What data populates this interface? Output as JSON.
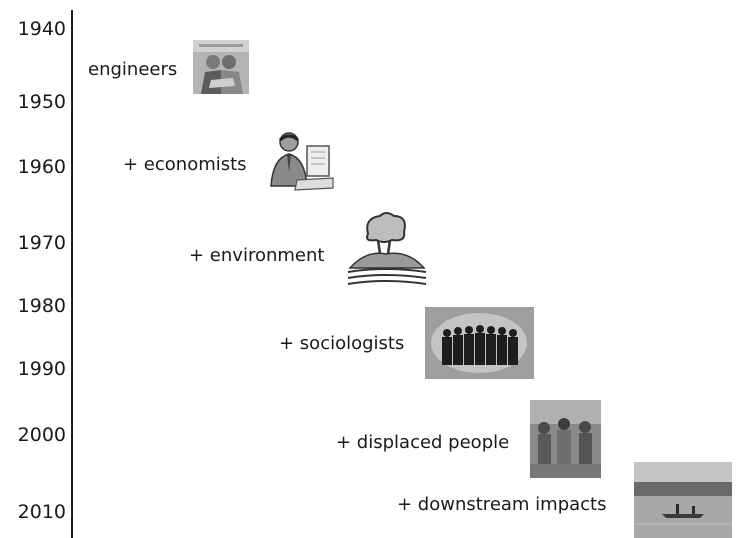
{
  "timeline": {
    "years": [
      "1940",
      "1950",
      "1960",
      "1970",
      "1980",
      "1990",
      "2000",
      "2010"
    ],
    "stages": [
      {
        "label": "engineers",
        "image": "engineers-photo"
      },
      {
        "label": "+ economists",
        "image": "economist-clipart"
      },
      {
        "label": "+ environment",
        "image": "tree-landscape-icon"
      },
      {
        "label": "+ sociologists",
        "image": "group-silhouette-photo"
      },
      {
        "label": "+ displaced people",
        "image": "displaced-people-photo"
      },
      {
        "label": "+ downstream impacts",
        "image": "river-canoe-photo"
      }
    ]
  },
  "colors": {
    "text": "#1a1a1a",
    "axis": "#222222",
    "image_gray": "#8c8c8c"
  }
}
